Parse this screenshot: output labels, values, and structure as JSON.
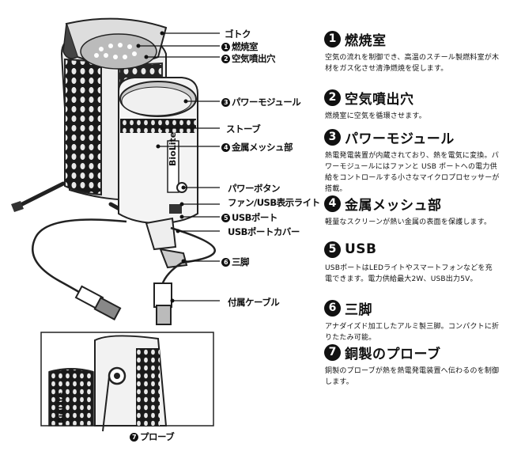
{
  "labels": {
    "grate": "ゴトク",
    "combustion": "燃焼室",
    "air_holes": "空気噴出穴",
    "power_module": "パワーモジュール",
    "stove": "ストーブ",
    "mesh": "金属メッシュ部",
    "power_button": "パワーボタン",
    "fan_light": "ファン/USB表示ライト",
    "usb_port": "USBポート",
    "usb_cover": "USBポートカバー",
    "legs": "三脚",
    "cable": "付属ケーブル",
    "probe": "プローブ"
  },
  "brand": "BioLite",
  "sections": [
    {
      "num": "1",
      "title": "燃焼室",
      "desc": "空気の流れを制御でき、高温のスチール製燃料室が木材をガス化させ清浄燃焼を促します。"
    },
    {
      "num": "2",
      "title": "空気噴出穴",
      "desc": "燃焼室に空気を循環させます。"
    },
    {
      "num": "3",
      "title": "パワーモジュール",
      "desc": "熱電発電装置が内蔵されており、熱を電気に変換。パワーモジュールにはファンと USB ポートへの電力供給をコントロールする小さなマイクロプロセッサーが搭載。"
    },
    {
      "num": "4",
      "title": "金属メッシュ部",
      "desc": "軽量なスクリーンが熱い金属の表面を保護します。"
    },
    {
      "num": "5",
      "title": "USB",
      "desc": "USBポートはLEDライトやスマートフォンなどを充電できます。電力供給最大2W、USB出力5V。"
    },
    {
      "num": "6",
      "title": "三脚",
      "desc": "アナダイズド加工したアルミ製三脚。コンパクトに折りたたみ可能。"
    },
    {
      "num": "7",
      "title": "銅製のプローブ",
      "desc": "銅製のプローブが熱を熱電発電装置へ伝わるのを制御します。"
    }
  ]
}
